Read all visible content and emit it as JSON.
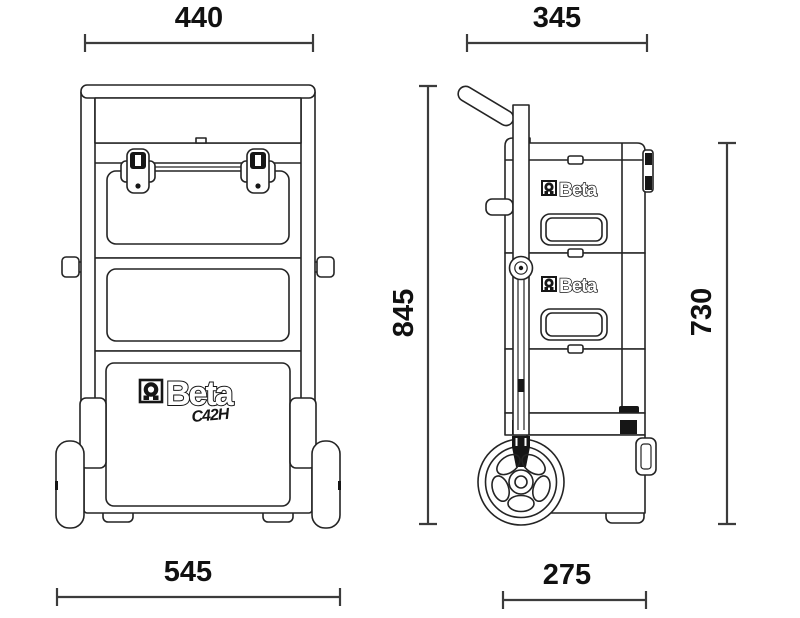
{
  "drawing": {
    "brand": "Beta",
    "model_script": "C42H"
  },
  "dimensions": {
    "front_top_width": "440",
    "front_bottom_width": "545",
    "side_top_depth": "345",
    "side_bottom_depth": "275",
    "side_total_height": "845",
    "side_body_height": "730"
  },
  "colors": {
    "line": "#242424",
    "dimension_line": "#3c3c3c",
    "text": "#111111",
    "background": "#ffffff"
  }
}
